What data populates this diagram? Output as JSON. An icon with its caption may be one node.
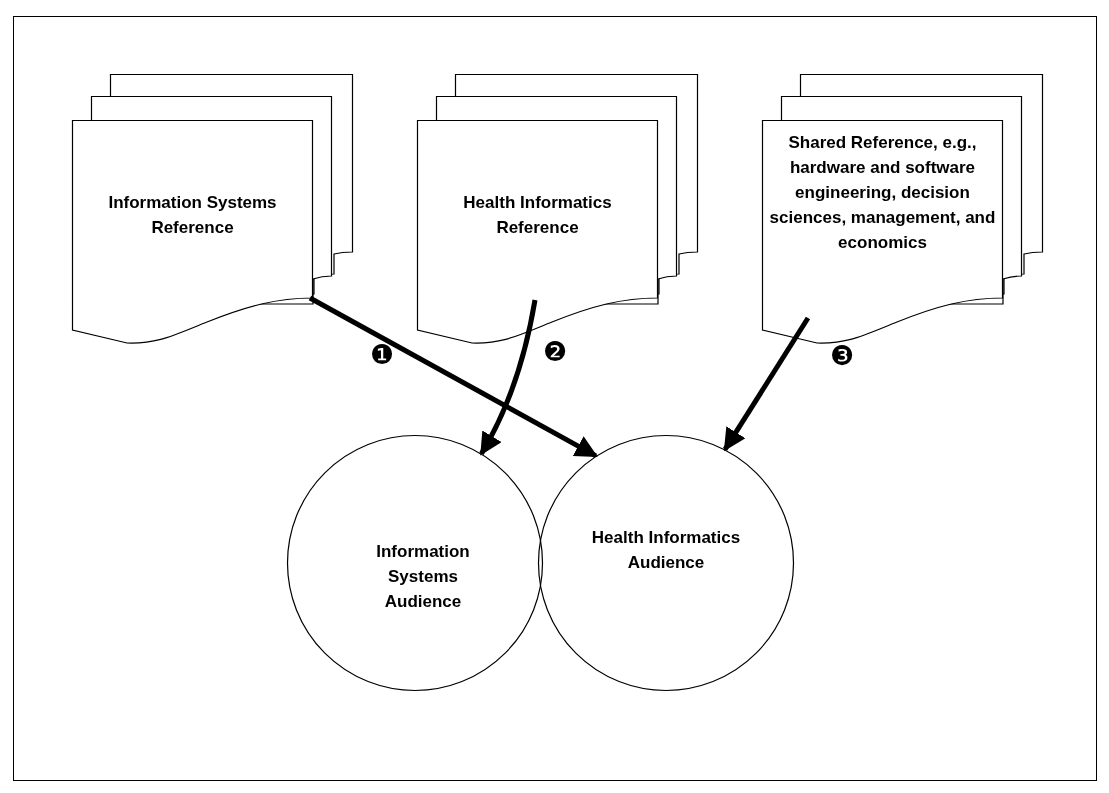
{
  "diagram": {
    "nodes": [
      {
        "text": [
          "Information Systems Reference"
        ]
      },
      {
        "text": [
          "Health Informatics Reference"
        ]
      },
      {
        "text": [
          "Shared Reference, e.g., hardware and software engineering, decision sciences, management, and economics"
        ]
      },
      {
        "text": [
          "Information Systems Audience"
        ]
      },
      {
        "text": [
          "Health Informatics Audience"
        ]
      }
    ],
    "edges": [
      {
        "from": 0,
        "to": 4,
        "arrow": "to",
        "label": "❶"
      },
      {
        "from": 1,
        "to": 3,
        "arrow": "to",
        "label": "❷"
      },
      {
        "from": 2,
        "to": 4,
        "arrow": "to",
        "label": "❸"
      }
    ]
  }
}
